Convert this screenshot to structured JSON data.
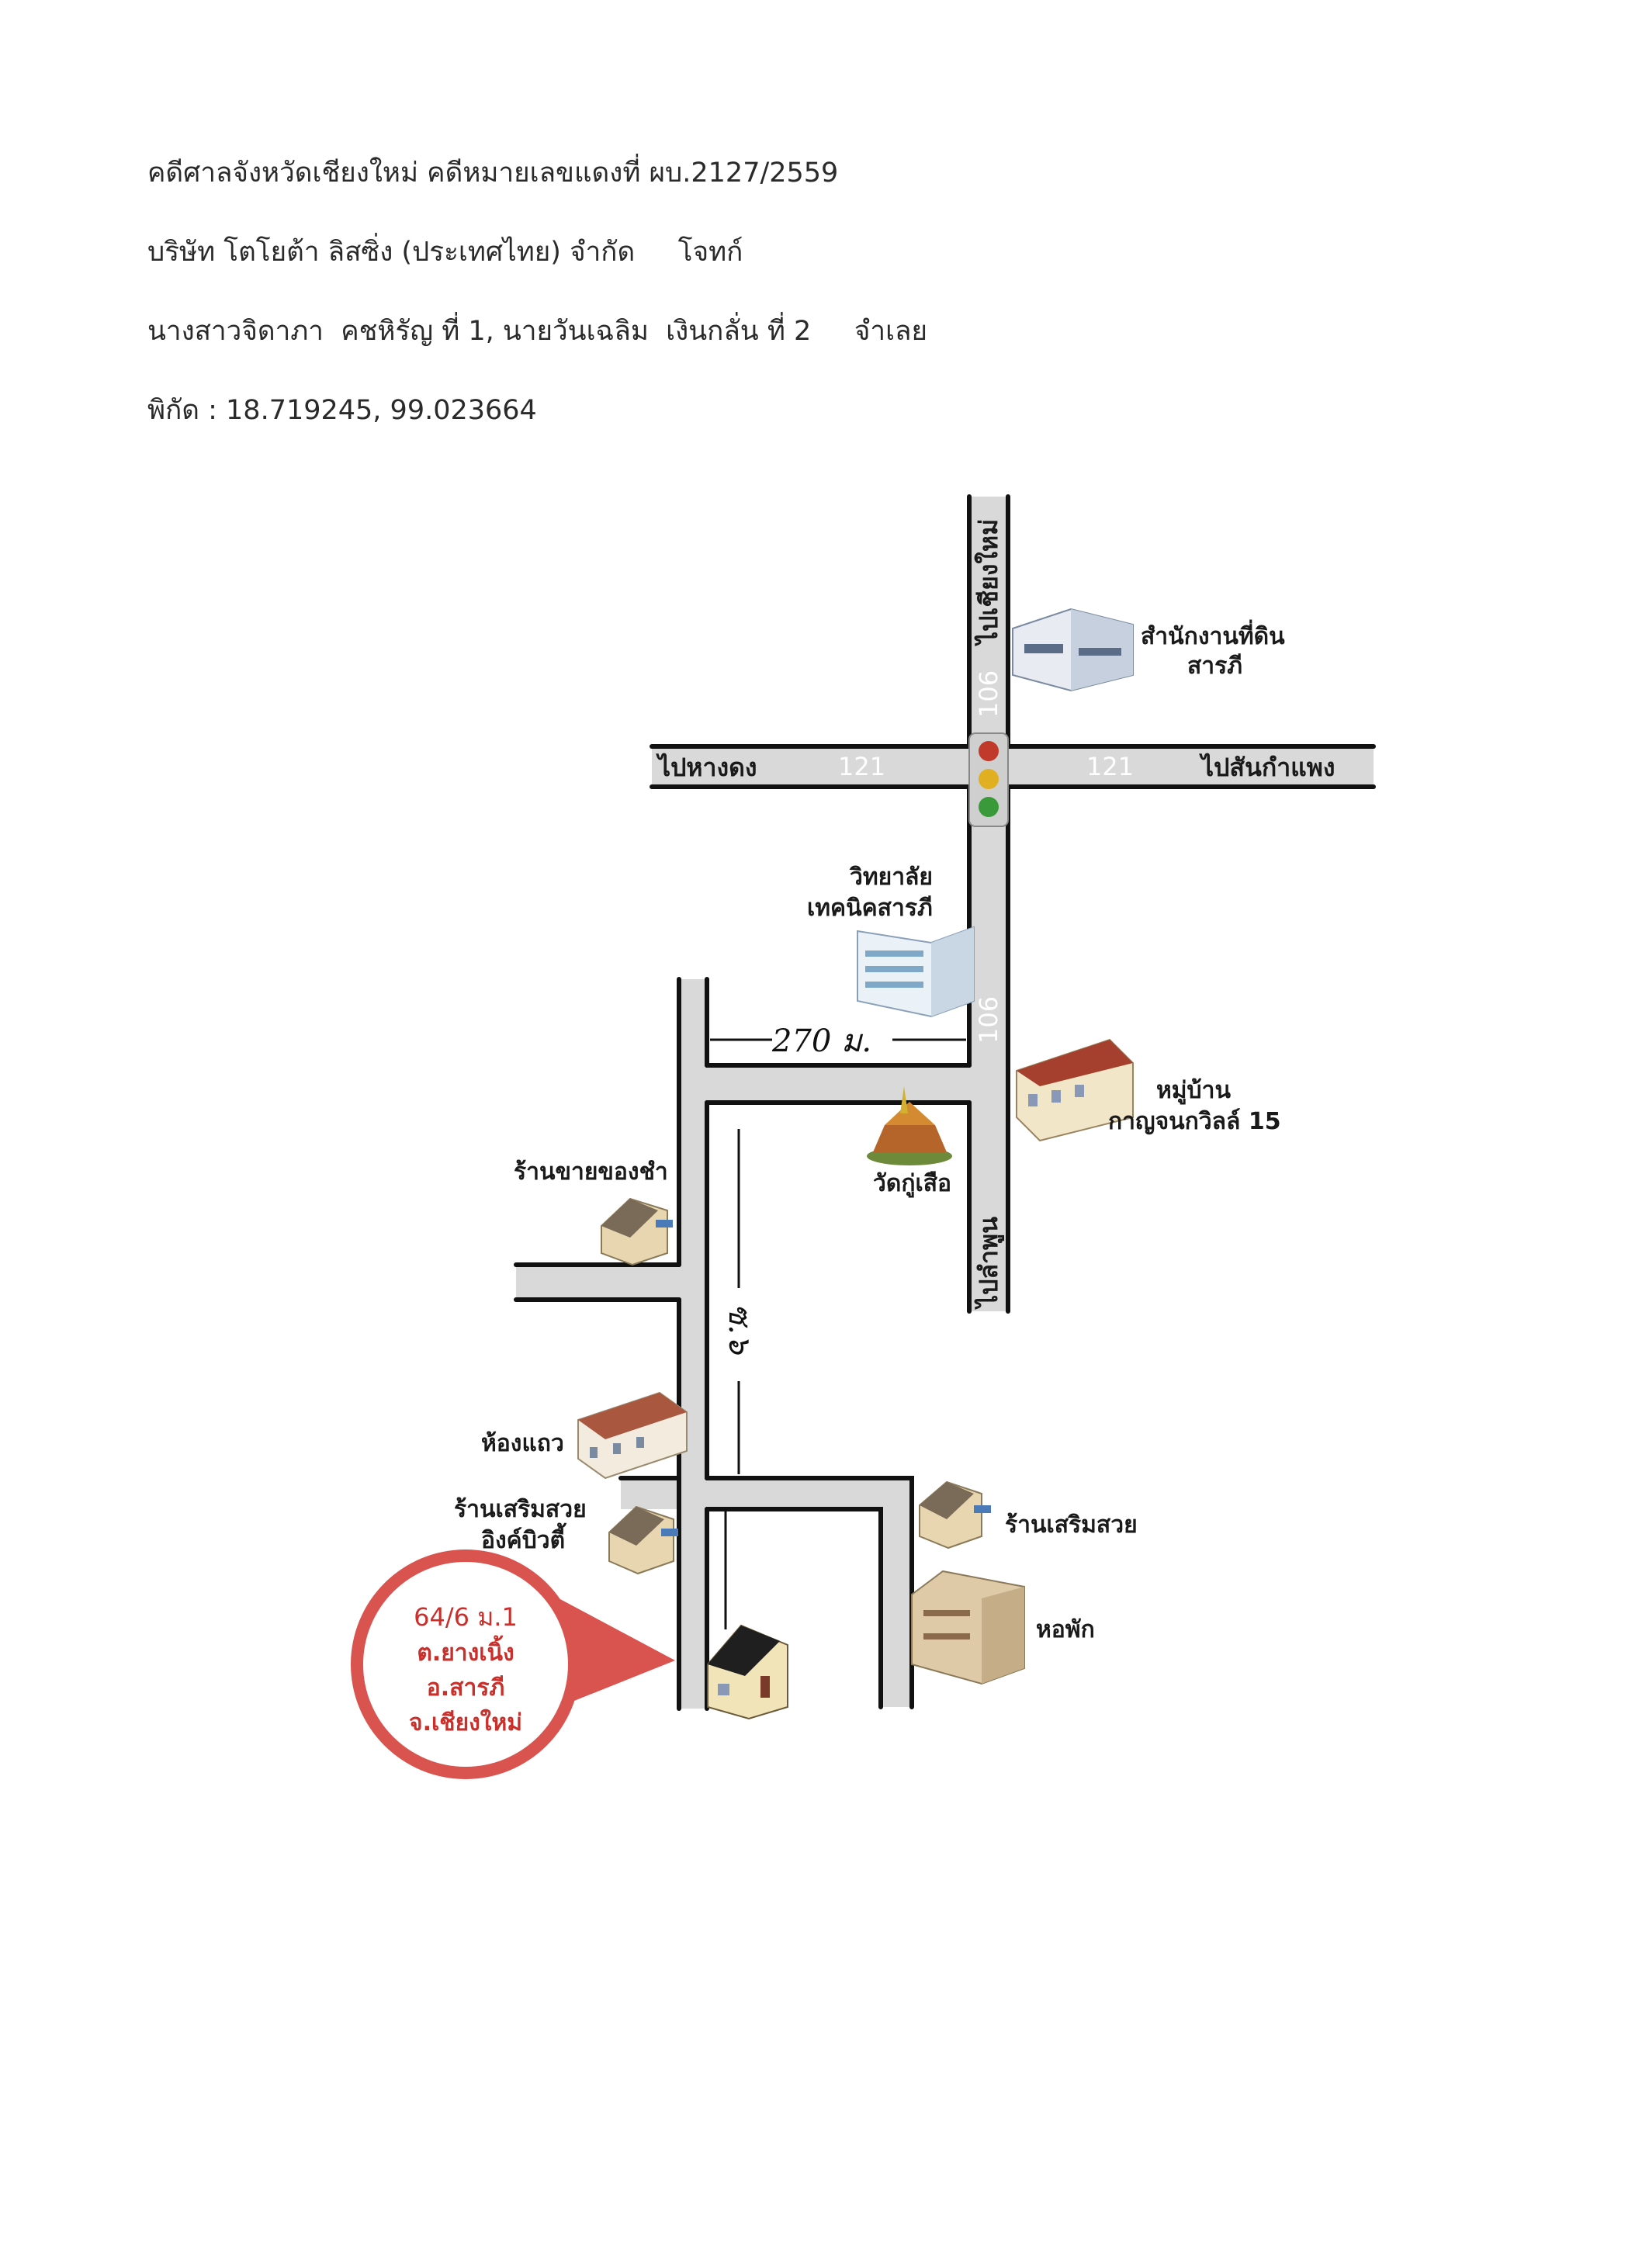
{
  "header": {
    "line1": "คดีศาลจังหวัดเชียงใหม่ คดีหมายเลขแดงที่ ผบ.2127/2559",
    "line2": "บริษัท โตโยต้า ลิสซิ่ง (ประเทศไทย) จำกัด     โจทก์",
    "line3": "นางสาวจิดาภา  คชหิรัญ ที่ 1, นายวันเฉลิม  เงินกลั่น ที่ 2     จำเลย",
    "line4": "พิกัด : 18.719245, 99.023664"
  },
  "map": {
    "roads": {
      "to_chiang_mai": "ไปเชียงใหม่",
      "to_hang_dong": "ไปหางดง",
      "to_san_kamphaeng": "ไปสันกำแพง",
      "to_lamphun": "ไปลำพูน",
      "route_121_left": "121",
      "route_121_right": "121",
      "route_106_top": "106",
      "route_106_mid": "106"
    },
    "landmarks": {
      "land_office_1": "สำนักงานที่ดิน",
      "land_office_2": "สารภี",
      "college_1": "วิทยาลัย",
      "college_2": "เทคนิคสารภี",
      "village_1": "หมู่บ้าน",
      "village_2": "กาญจนกวิลล์ 15",
      "temple": "วัดกู่เสือ",
      "grocery_store": "ร้านขายของชำ",
      "row_houses": "ห้องแถว",
      "beauty_salon_1": "ร้านเสริมสวย",
      "beauty_salon_2": "อิงค์บิวตี้",
      "beauty_salon_right": "ร้านเสริมสวย",
      "dormitory": "หอพัก"
    },
    "handwritten": {
      "distance_270": "270 ม.",
      "distance_right": "ซ.๖"
    },
    "target": {
      "line1": "64/6 ม.1",
      "line2": "ต.ยางเนิ้ง",
      "line3": "อ.สารภี",
      "line4": "จ.เชียงใหม่"
    },
    "colors": {
      "road": "#d9d9d9",
      "target_red": "#d9534f",
      "traffic_red": "#c0392b",
      "traffic_yellow": "#e0b020",
      "traffic_green": "#3a9a3a"
    },
    "icons": [
      "office-building-icon",
      "college-building-icon",
      "townhouse-icon",
      "temple-icon",
      "shop-icon",
      "row-house-icon",
      "salon-shop-icon",
      "dormitory-icon",
      "target-house-icon",
      "traffic-light-icon"
    ]
  }
}
